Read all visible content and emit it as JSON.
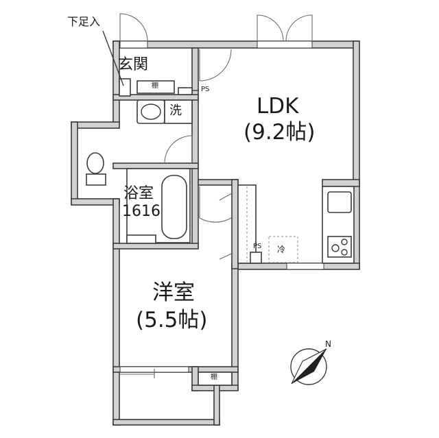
{
  "rooms": {
    "ldk": {
      "name": "LDK",
      "size": "(9.2帖)"
    },
    "western": {
      "name": "洋室",
      "size": "(5.5帖)"
    },
    "bath": {
      "name": "浴室",
      "size": "1616"
    },
    "entrance": "玄関",
    "washer": "洗"
  },
  "labels": {
    "shoe_step": "下足入",
    "shelf_entrance": "棚",
    "shelf_western": "棚",
    "ps_entrance": "PS",
    "ps_kitchen": "PS",
    "fridge": "冷"
  },
  "compass": {
    "north": "N"
  }
}
